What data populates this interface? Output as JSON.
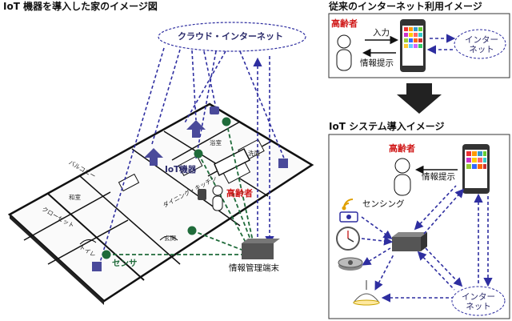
{
  "left": {
    "title": "IoT 機器を導入した家のイメージ図",
    "cloud": "クラウド・インターネット",
    "iot_device": "IoT機器",
    "elderly": "高齢者",
    "sensor": "センサ",
    "terminal": "情報管理端末",
    "rooms": {
      "balcony": "バルコニー",
      "japanese_room": "和室",
      "dining": "ダイニング・キッチン",
      "bath": "浴室",
      "washroom": "洗面",
      "entrance": "玄関",
      "closet": "クローゼット",
      "toilet": "トイレ"
    }
  },
  "top_right": {
    "title": "従来のインターネット利用イメージ",
    "elderly": "高齢者",
    "input": "入力",
    "info": "情報提示",
    "internet": "インター\nネット"
  },
  "bottom_right": {
    "title": "IoT システム導入イメージ",
    "elderly": "高齢者",
    "info": "情報提示",
    "sensing": "センシング",
    "internet": "インター\nネット"
  },
  "colors": {
    "accent_red": "#d01818",
    "link_blue": "#2e2ea0",
    "sensor_green": "#1f6b3a",
    "device_purple": "#4a4a9a"
  }
}
